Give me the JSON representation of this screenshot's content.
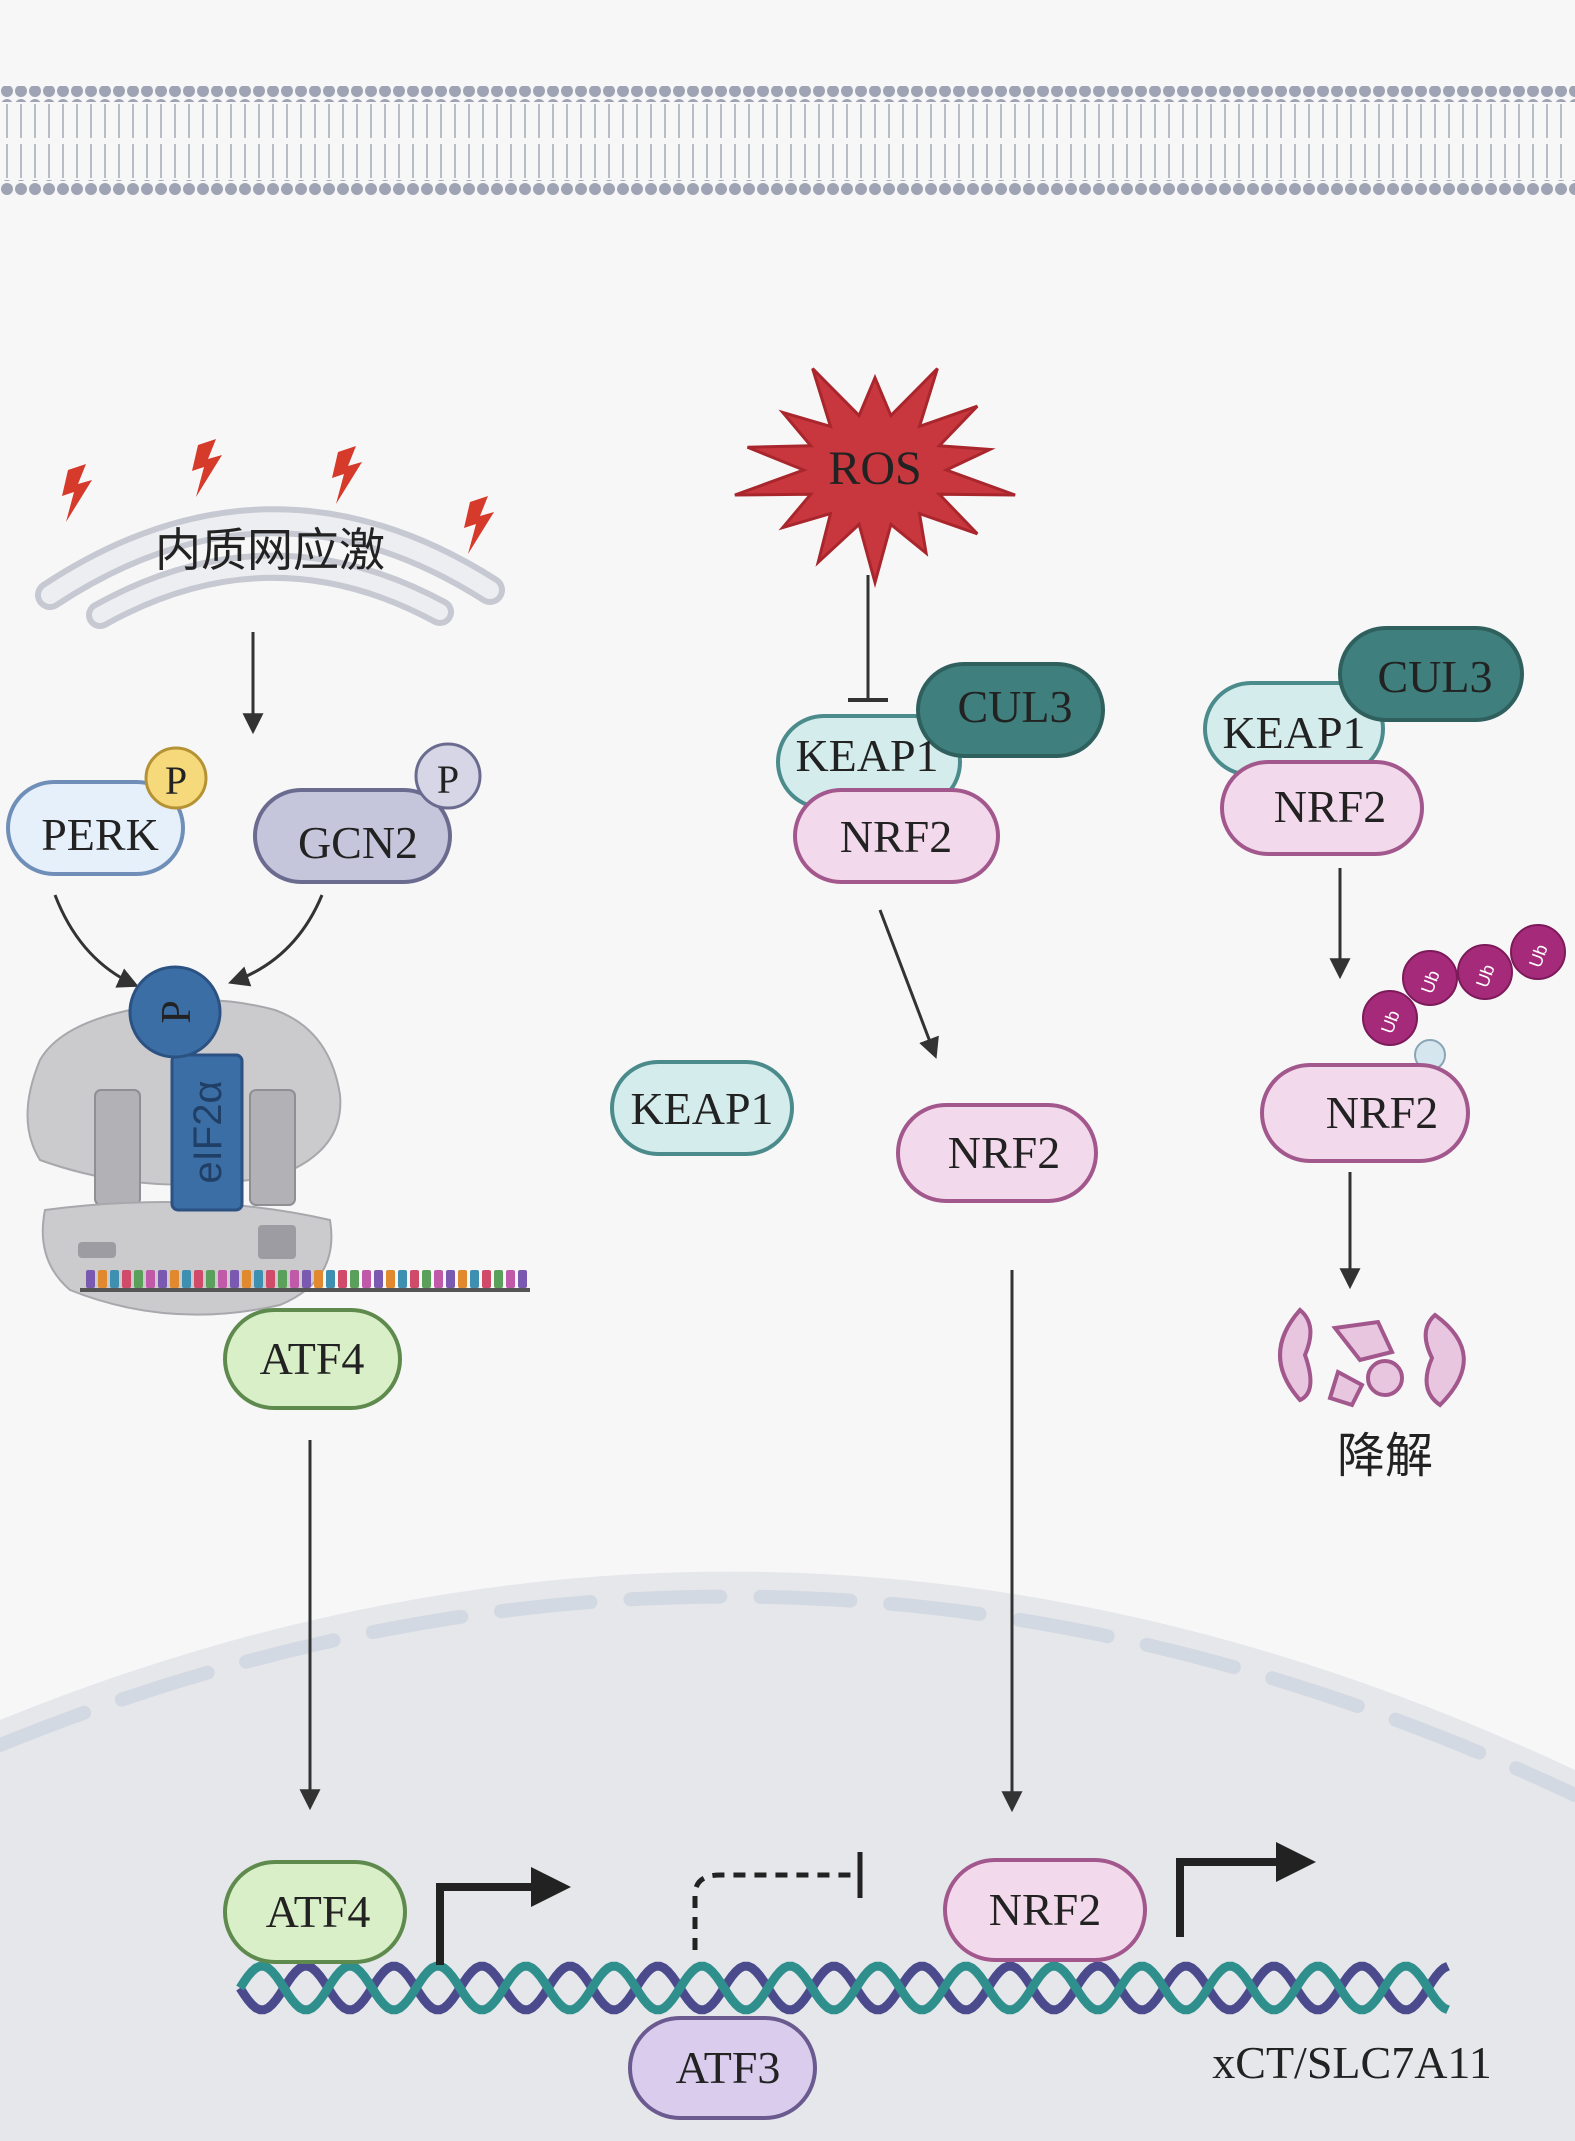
{
  "labels": {
    "er_stress": "内质网应激",
    "ros": "ROS",
    "perk": "PERK",
    "gcn2": "GCN2",
    "phospho": "P",
    "eif2a": "eIF2α",
    "atf4": "ATF4",
    "atf3": "ATF3",
    "keap1": "KEAP1",
    "cul3": "CUL3",
    "nrf2": "NRF2",
    "ub": "Ub",
    "degradation": "降解",
    "gene": "xCT/SLC7A11"
  },
  "colors": {
    "background": "#f7f7f8",
    "membrane": "#9ea4b3",
    "nucleus": "#e6e7ea",
    "perk_fill": "#e6f0fb",
    "perk_stroke": "#6f8fb8",
    "gcn2_fill": "#c5c6db",
    "gcn2_stroke": "#6b6b8f",
    "phospho_yellow": "#f6d97a",
    "phospho_blue": "#3b6ea5",
    "atf4_fill": "#d9efc8",
    "atf4_stroke": "#5f8a4e",
    "atf3_fill": "#d9ccec",
    "atf3_stroke": "#6a5a8f",
    "keap1_fill": "#d4ecec",
    "keap1_stroke": "#4b8b8b",
    "cul3_fill": "#3f7f7d",
    "nrf2_fill": "#f3d9ec",
    "nrf2_stroke": "#a2588c",
    "ub_fill": "#a52a7a",
    "ros_fill": "#c9373e",
    "lightning": "#d63a2a",
    "dna_strand_1": "#4a4a8c",
    "dna_strand_2": "#2f8f8c"
  }
}
